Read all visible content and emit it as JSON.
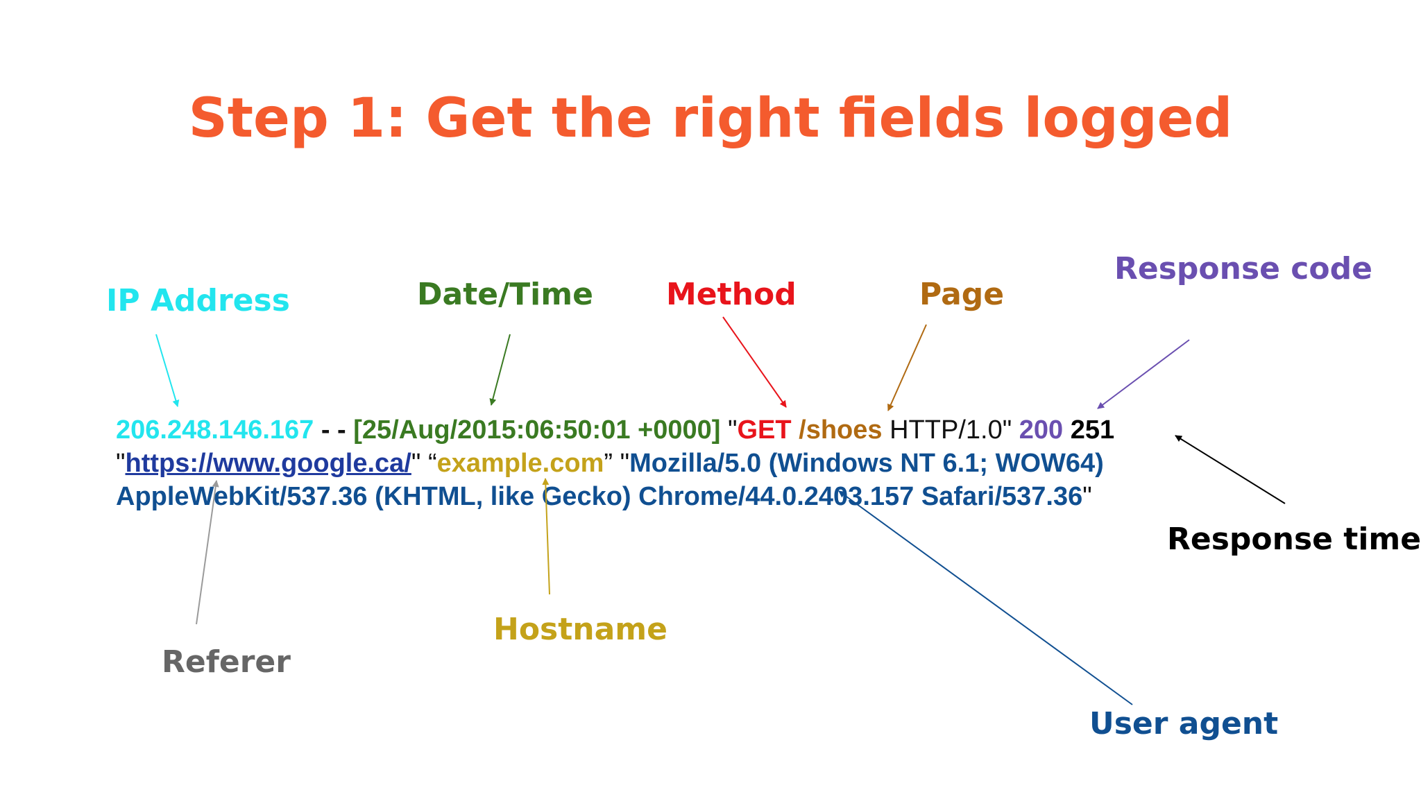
{
  "title": "Step 1: Get the right fields logged",
  "labels": {
    "ip_address": "IP Address",
    "date_time": "Date/Time",
    "method": "Method",
    "page": "Page",
    "response_code": "Response code",
    "response_time": "Response time",
    "user_agent": "User agent",
    "hostname": "Hostname",
    "referer": "Referer"
  },
  "log": {
    "ip": "206.248.146.167",
    "dashes": " - - ",
    "datetime": "[25/Aug/2015:06:50:01 +0000]",
    "quote_open_request": " \"",
    "method": "GET",
    "page": " /shoes",
    "protocol": " HTTP/1.0\" ",
    "status": "200",
    "response_time": " 251",
    "quote_open_referer": "\"",
    "referer": "https://www.google.ca/",
    "referer_quote_close": "\" “",
    "hostname": "example.com",
    "hostname_quote_close": "” \"",
    "user_agent_line1": "Mozilla/5.0 (Windows NT 6.1; WOW64)",
    "user_agent_line2": "AppleWebKit/537.36 (KHTML, like Gecko) Chrome/44.0.2403.157 Safari/537.36",
    "user_agent_quote_close": "\""
  },
  "colors": {
    "title": "#f45b2e",
    "ip": "#22e5ee",
    "datetime": "#3a7a22",
    "method": "#e8141b",
    "page": "#b06a12",
    "response_code": "#6a4fb0",
    "response_time": "#000000",
    "user_agent": "#104f91",
    "hostname": "#c4a21a",
    "referer_label": "#666666",
    "referer_link": "#1f3a9e",
    "referer_arrow": "#9a9a9a"
  }
}
